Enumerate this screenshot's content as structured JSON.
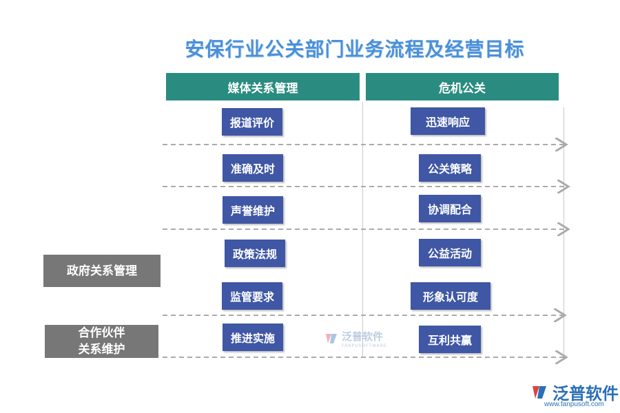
{
  "title": "安保行业公关部门业务流程及经营目标",
  "columns": {
    "left_header": "媒体关系管理",
    "right_header": "危机公关"
  },
  "left_nodes": [
    "报道评价",
    "准确及时",
    "声誉维护",
    "政策法规",
    "监管要求",
    "推进实施"
  ],
  "right_nodes": [
    "迅速响应",
    "公关策略",
    "协调配合",
    "公益活动",
    "形象认可度",
    "互利共赢"
  ],
  "side_labels": {
    "government": "政府关系管理",
    "partner_line1": "合作伙伴",
    "partner_line2": "关系维护"
  },
  "watermark": {
    "name": "泛普软件",
    "sub": "FANPUSOFTWARE"
  },
  "brand": {
    "name": "泛普软件",
    "url": "www.fanpusoft.com"
  },
  "colors": {
    "title": "#4a90d9",
    "header_bg": "#2a8c80",
    "node_bg": "#3f57a4",
    "side_bg": "#777777",
    "arrow": "#aaaaaa"
  }
}
